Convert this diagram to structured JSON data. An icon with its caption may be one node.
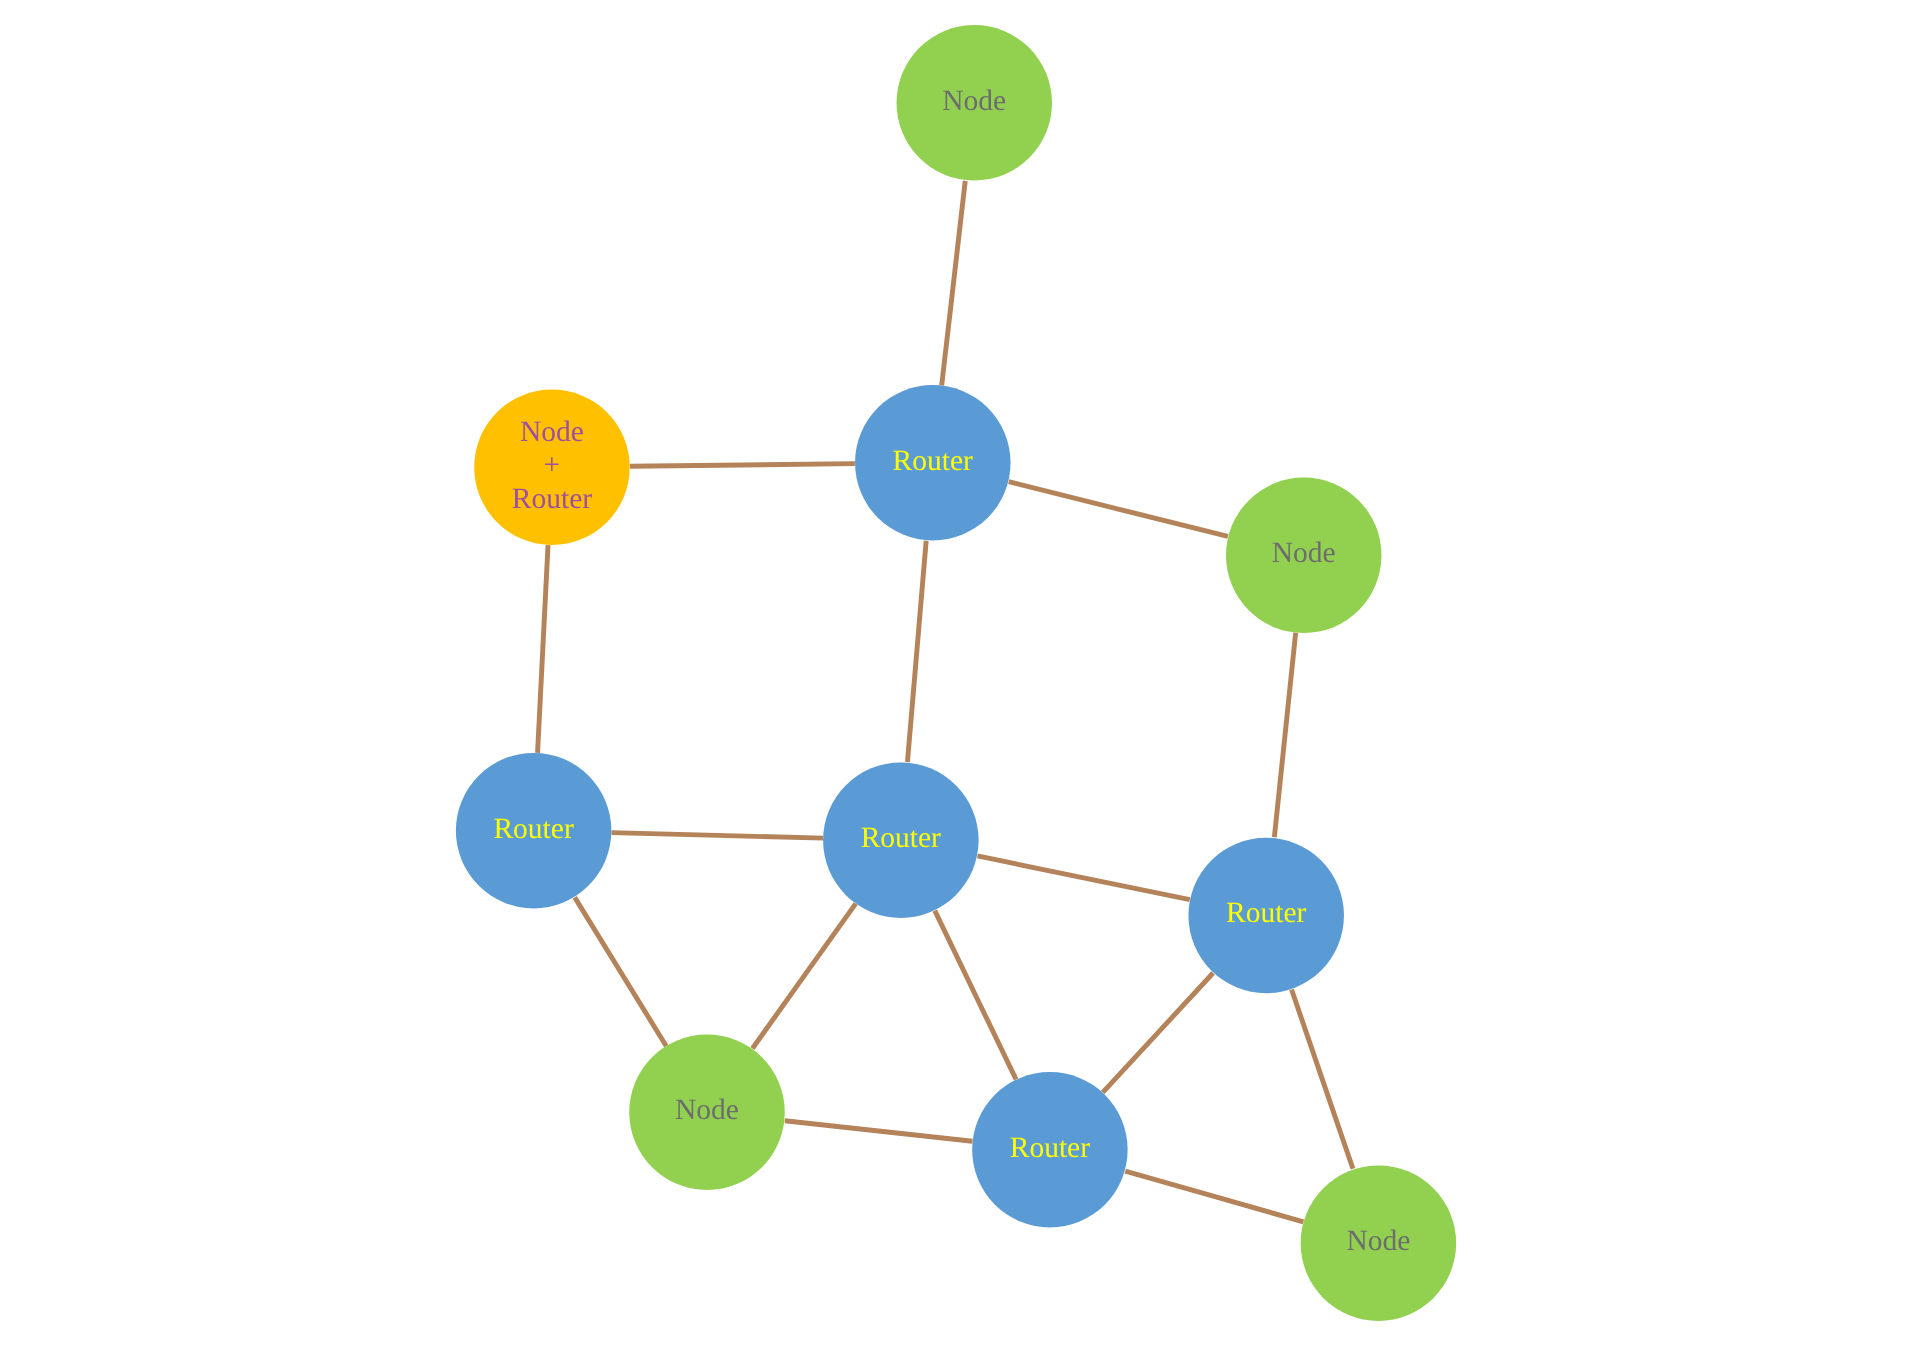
{
  "diagram": {
    "nodes": [
      {
        "text": [
          "Node + Router"
        ]
      },
      {
        "text": [
          "Node"
        ]
      },
      {
        "text": [
          "Router"
        ]
      },
      {
        "text": [
          "Router"
        ]
      },
      {
        "text": [
          "Router"
        ]
      },
      {
        "text": [
          "Node"
        ]
      },
      {
        "text": [
          "Node"
        ]
      },
      {
        "text": [
          "Router"
        ]
      },
      {
        "text": [
          "Router"
        ]
      },
      {
        "text": [
          "Node"
        ]
      }
    ],
    "edges": [
      {
        "from": 0,
        "to": 2,
        "arrow": "none"
      },
      {
        "from": 0,
        "to": 3,
        "arrow": "none"
      },
      {
        "from": 1,
        "to": 3,
        "arrow": "none"
      },
      {
        "from": 2,
        "to": 5,
        "arrow": "none"
      },
      {
        "from": 2,
        "to": 4,
        "arrow": "none"
      },
      {
        "from": 4,
        "to": 3,
        "arrow": "none"
      },
      {
        "from": 5,
        "to": 4,
        "arrow": "none"
      },
      {
        "from": 3,
        "to": 6,
        "arrow": "none"
      },
      {
        "from": 5,
        "to": 8,
        "arrow": "none"
      },
      {
        "from": 8,
        "to": 4,
        "arrow": "none"
      },
      {
        "from": 4,
        "to": 7,
        "arrow": "none"
      },
      {
        "from": 7,
        "to": 6,
        "arrow": "none"
      },
      {
        "from": 8,
        "to": 7,
        "arrow": "none"
      },
      {
        "from": 8,
        "to": 9,
        "arrow": "none"
      },
      {
        "from": 9,
        "to": 7,
        "arrow": "none"
      }
    ]
  }
}
